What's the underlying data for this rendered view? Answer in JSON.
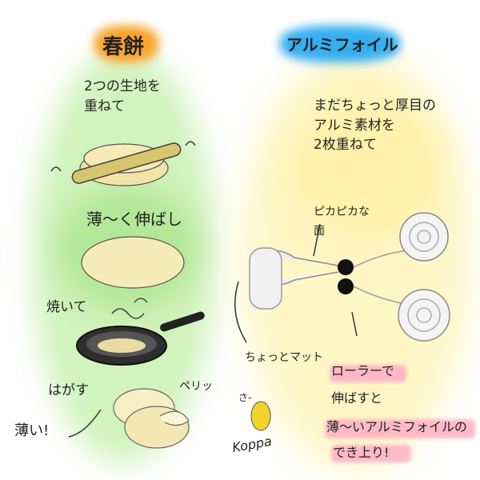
{
  "left": {
    "title": "春餅",
    "step1": "2つの生地を\n重ねて",
    "step2": "薄～く伸ばし",
    "step3": "焼いて",
    "step4": "はがす",
    "result": "薄い!",
    "colors": {
      "title_bg": "#f5a020",
      "glow": "#8ee06a"
    }
  },
  "right": {
    "title": "アルミフォイル",
    "intro": "まだちょっと厚目の\nアルミ素材を\n2枚重ねて",
    "shiny_label": "ピカピカな\n面",
    "matte_label": "ちょっとマット",
    "result_line1": "ローラーで",
    "result_line2": "伸ばすと",
    "result_line3": "薄～いアルミフォイルの",
    "result_line4": "でき上り!",
    "colors": {
      "title_bg": "#2ea8e8",
      "glow": "#fff2a6",
      "highlight": "#ffb3c6"
    }
  },
  "decor": {
    "sfx": "ペリッ",
    "signature": "Koppa",
    "chick_sfx": "さ-"
  }
}
